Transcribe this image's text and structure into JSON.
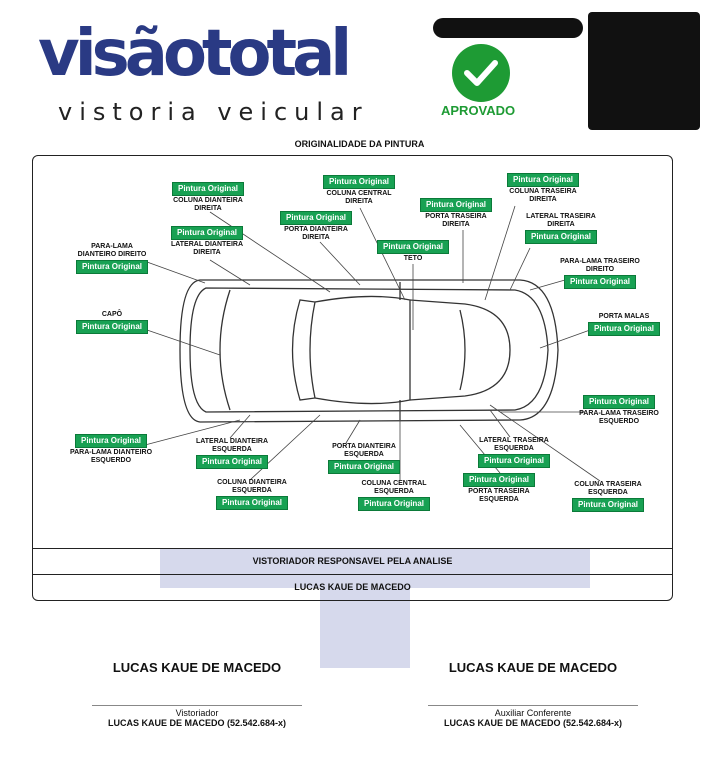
{
  "header": {
    "logo_text": "visãototal",
    "logo_subtitle": "vistoria veicular",
    "status": "APROVADO",
    "status_color": "#1e9b34",
    "brand_color": "#2a3a84"
  },
  "section_title": "ORIGINALIDADE DA PINTURA",
  "status_label": "Pintura Original",
  "parts": [
    {
      "name": "COLUNA DIANTEIRA DIREITA",
      "status": "Pintura Original"
    },
    {
      "name": "LATERAL DIANTEIRA DIREITA",
      "status": "Pintura Original"
    },
    {
      "name": "PARA-LAMA DIANTEIRO DIREITO",
      "status": "Pintura Original"
    },
    {
      "name": "CAPÔ",
      "status": "Pintura Original"
    },
    {
      "name": "COLUNA CENTRAL DIREITA",
      "status": "Pintura Original"
    },
    {
      "name": "PORTA DIANTEIRA DIREITA",
      "status": "Pintura Original"
    },
    {
      "name": "TETO",
      "status": "Pintura Original"
    },
    {
      "name": "PORTA TRASEIRA DIREITA",
      "status": "Pintura Original"
    },
    {
      "name": "COLUNA TRASEIRA DIREITA",
      "status": "Pintura Original"
    },
    {
      "name": "LATERAL TRASEIRA DIREITA",
      "status": "Pintura Original"
    },
    {
      "name": "PARA-LAMA TRASEIRO DIREITO",
      "status": "Pintura Original"
    },
    {
      "name": "PORTA MALAS",
      "status": "Pintura Original"
    },
    {
      "name": "PARA-LAMA TRASEIRO ESQUERDO",
      "status": "Pintura Original"
    },
    {
      "name": "PARA-LAMA DIANTEIRO ESQUERDO",
      "status": "Pintura Original"
    },
    {
      "name": "LATERAL DIANTEIRA ESQUERDA",
      "status": "Pintura Original"
    },
    {
      "name": "COLUNA DIANTEIRA ESQUERDA",
      "status": "Pintura Original"
    },
    {
      "name": "PORTA DIANTEIRA ESQUERDA",
      "status": "Pintura Original"
    },
    {
      "name": "COLUNA CENTRAL ESQUERDA",
      "status": "Pintura Original"
    },
    {
      "name": "LATERAL TRASEIRA ESQUERDA",
      "status": "Pintura Original"
    },
    {
      "name": "PORTA TRASEIRA ESQUERDA",
      "status": "Pintura Original"
    },
    {
      "name": "COLUNA TRASEIRA ESQUERDA",
      "status": "Pintura Original"
    }
  ],
  "inspector_row": {
    "title": "VISTORIADOR RESPONSAVEL PELA ANALISE",
    "name": "LUCAS KAUE DE MACEDO"
  },
  "signatures": [
    {
      "name": "LUCAS KAUE DE MACEDO",
      "role": "Vistoriador",
      "id": "LUCAS KAUE DE MACEDO (52.542.684-x)"
    },
    {
      "name": "LUCAS KAUE DE MACEDO",
      "role": "Auxiliar Conferente",
      "id": "LUCAS KAUE DE MACEDO (52.542.684-x)"
    }
  ]
}
